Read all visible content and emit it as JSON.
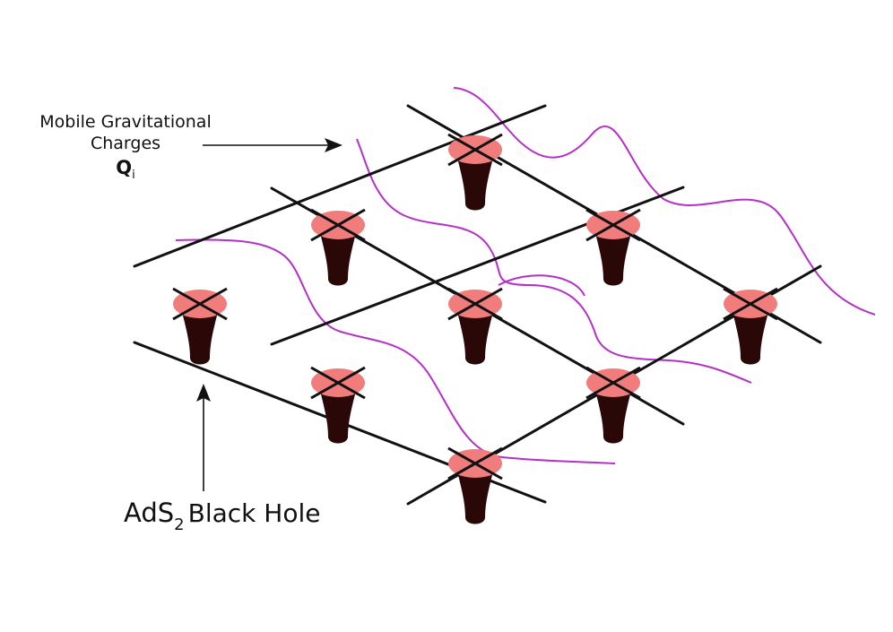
{
  "annotations": {
    "charges_line1": "Mobile Gravitational",
    "charges_line2": "Charges",
    "charges_symbol": "Q",
    "charges_symbol_subscript": "i",
    "black_hole_prefix": "AdS",
    "black_hole_subscript": "2",
    "black_hole_suffix": "Black Hole"
  },
  "colors": {
    "lattice": "#111111",
    "horizon_disk": "#f07c7c",
    "throat": "#2a0808",
    "charge_curve": "#b52fc8",
    "arrow": "#111111"
  },
  "lattice": {
    "rows": 3,
    "cols": 3,
    "black_holes": 9,
    "charge_curves": 4
  }
}
